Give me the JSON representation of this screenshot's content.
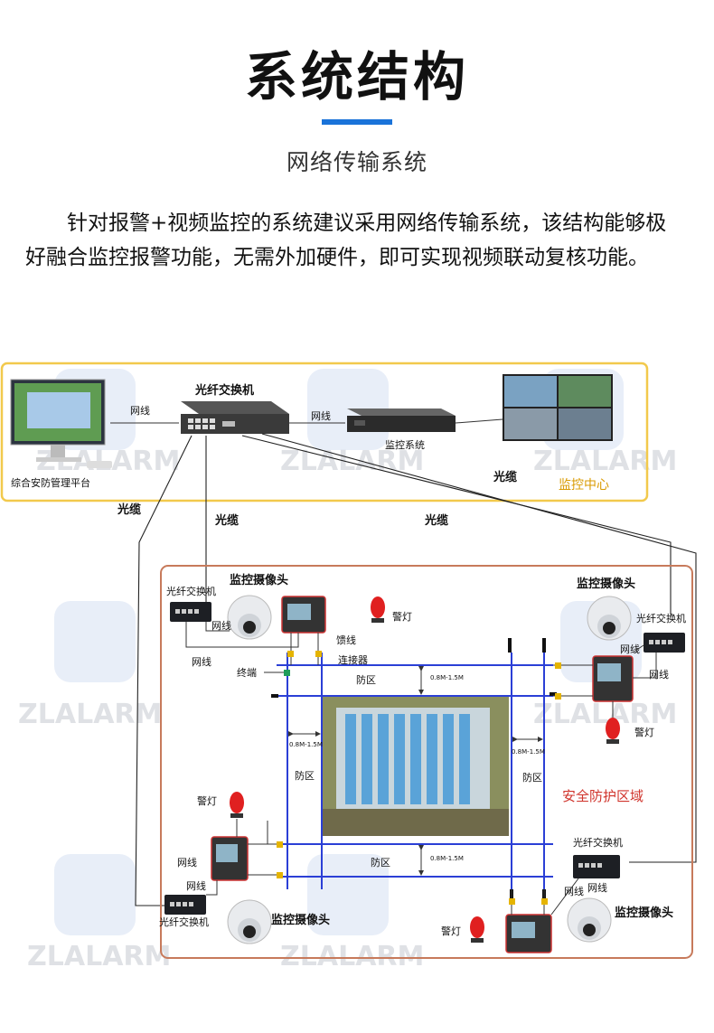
{
  "header": {
    "title": "系统结构",
    "subtitle": "网络传输系统",
    "intro": "针对报警+视频监控的系统建议采用网络传输系统，该结构能够极好融合监控报警功能，无需外加硬件，即可实现视频联动复核功能。"
  },
  "diagram": {
    "watermark": "ZLALARM",
    "monitor_center": {
      "label": "监控中心",
      "platform": "综合安防管理平台",
      "switch": "光纤交换机",
      "nvr": "监控系统",
      "cable_lan_1": "网线",
      "cable_lan_2": "网线",
      "fiber": "光缆"
    },
    "links": {
      "fiber_left": "光缆",
      "fiber_mid": "光缆",
      "fiber_right": "光缆"
    },
    "protected_area": {
      "label": "安全防护区域",
      "zone_top": "防区",
      "zone_left": "防区",
      "zone_right": "防区",
      "zone_bottom": "防区",
      "spacing": "0.8M-1.5M"
    },
    "top_left_node": {
      "switch": "光纤交换机",
      "camera": "监控摄像头",
      "alarm_light": "警灯",
      "lan_1": "网线",
      "lan_2": "网线",
      "feeder": "馈线",
      "connector": "连接器",
      "terminal": "终端"
    },
    "right_node": {
      "camera": "监控摄像头",
      "switch": "光纤交换机",
      "lan_1": "网线",
      "lan_2": "网线",
      "alarm_light": "警灯"
    },
    "bottom_left_node": {
      "alarm_light": "警灯",
      "lan_1": "网线",
      "lan_2": "网线",
      "switch": "光纤交换机",
      "camera": "监控摄像头"
    },
    "bottom_right_node": {
      "switch": "光纤交换机",
      "lan_1": "网线",
      "lan_2": "网线",
      "camera": "监控摄像头",
      "alarm_light": "警灯"
    },
    "colors": {
      "accent": "#1a73d9",
      "center_border": "#f2c94c",
      "zone_border": "#c77a5b",
      "fence": "#2b3fd6",
      "zone_text": "#d0342c"
    }
  }
}
